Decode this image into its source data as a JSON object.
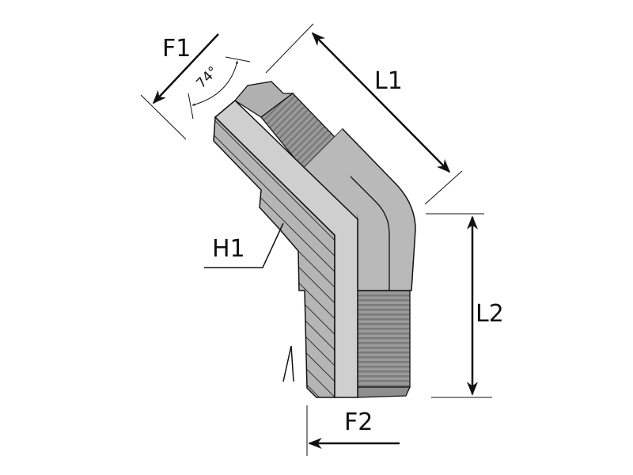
{
  "labels": {
    "f1": "F1",
    "l1": "L1",
    "l2": "L2",
    "h1": "H1",
    "f2": "F2",
    "angle": "74°"
  },
  "colors": {
    "body": "#b9b9b9",
    "body_dark": "#a6a6a6",
    "pipe": "#cfcfcf",
    "thread": "#8e8e8e",
    "line": "#111111"
  }
}
